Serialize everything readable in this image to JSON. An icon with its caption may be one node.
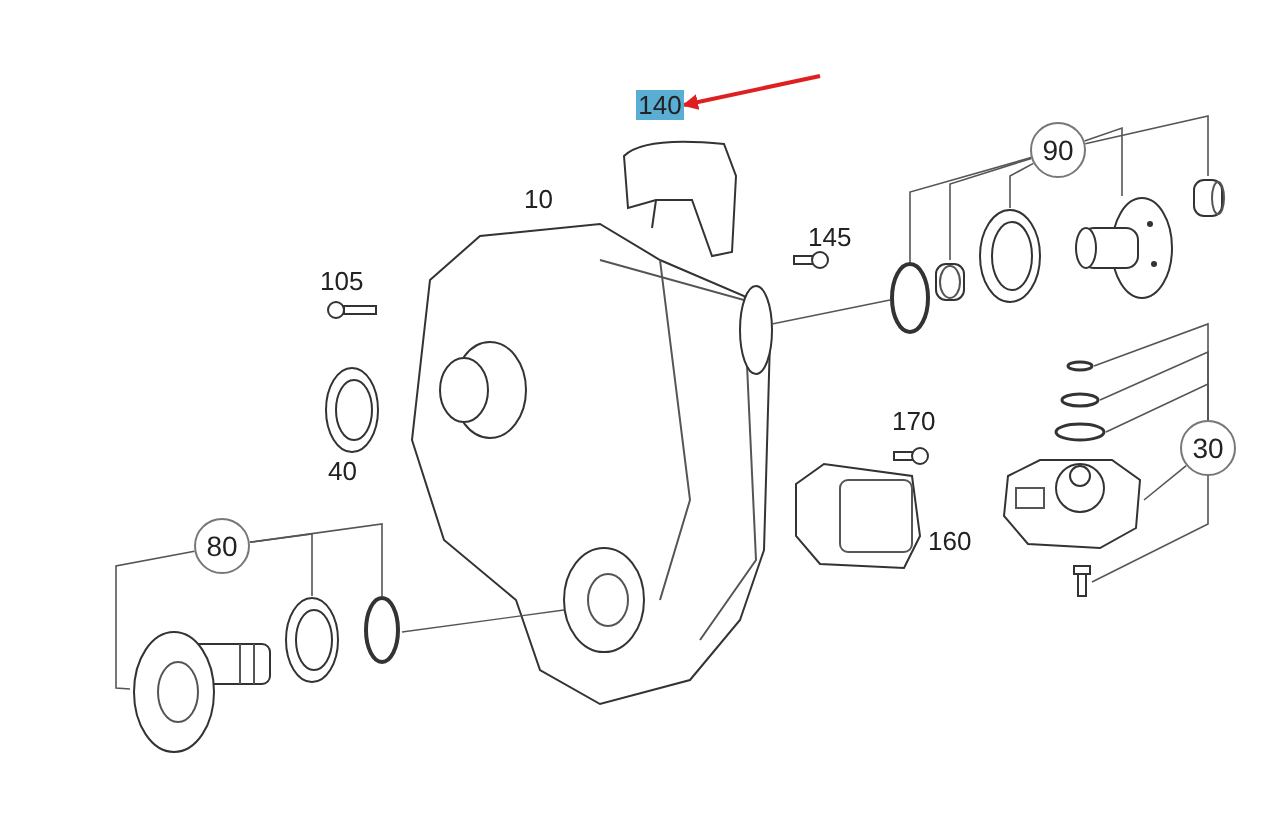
{
  "diagram": {
    "nodes": [
      {
        "text": [
          "140"
        ]
      },
      {
        "text": [
          "90"
        ]
      },
      {
        "text": [],
        "shape": "circle"
      },
      {
        "text": [],
        "shape": "picture"
      },
      {
        "text": [],
        "shape": "picture"
      },
      {
        "text": [],
        "shape": "picture"
      },
      {
        "text": [],
        "shape": "picture"
      },
      {
        "text": [
          "80"
        ]
      },
      {
        "text": [],
        "shape": "picture"
      },
      {
        "text": [],
        "shape": "picture"
      },
      {
        "text": [],
        "shape": "circle"
      },
      {
        "text": [
          "30"
        ]
      },
      {
        "text": [],
        "shape": "circle"
      },
      {
        "text": [],
        "shape": "circle"
      },
      {
        "text": [],
        "shape": "circle"
      },
      {
        "text": [],
        "shape": "picture"
      },
      {
        "text": [],
        "shape": "picture"
      }
    ],
    "edges": [
      {
        "from": null,
        "to": 0,
        "arrow": "to",
        "color": "#e02020"
      },
      {
        "from": 1,
        "to": 2,
        "arrow": "none"
      },
      {
        "from": 1,
        "to": 3,
        "arrow": "none"
      },
      {
        "from": 1,
        "to": 4,
        "arrow": "none"
      },
      {
        "from": 1,
        "to": 5,
        "arrow": "none"
      },
      {
        "from": 1,
        "to": 6,
        "arrow": "none"
      },
      {
        "from": 7,
        "to": 8,
        "arrow": "none"
      },
      {
        "from": 7,
        "to": 9,
        "arrow": "none"
      },
      {
        "from": 7,
        "to": 10,
        "arrow": "none"
      },
      {
        "from": 11,
        "to": 12,
        "arrow": "none"
      },
      {
        "from": 11,
        "to": 13,
        "arrow": "none"
      },
      {
        "from": 11,
        "to": 14,
        "arrow": "none"
      },
      {
        "from": 11,
        "to": 15,
        "arrow": "none"
      },
      {
        "from": 11,
        "to": 16,
        "arrow": "none"
      }
    ],
    "labels": [
      "10",
      "105",
      "145",
      "40",
      "170",
      "160"
    ]
  }
}
